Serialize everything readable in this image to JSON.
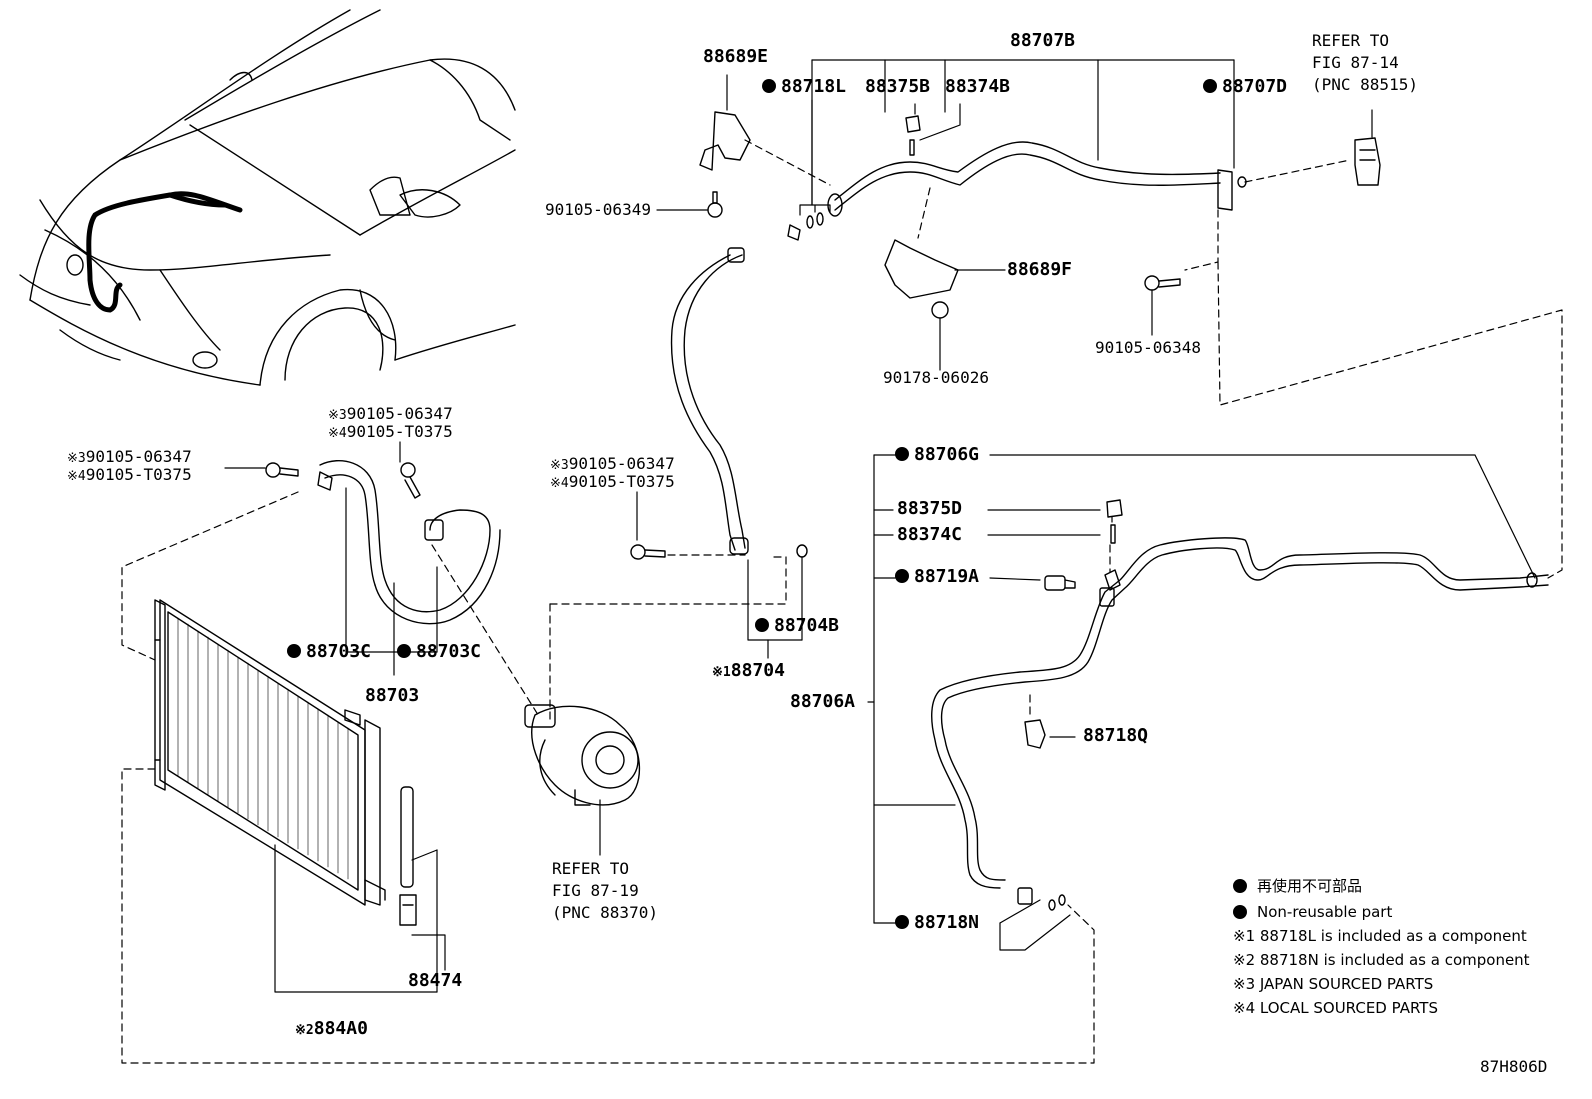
{
  "labels": {
    "p88707B": "88707B",
    "p88689E": "88689E",
    "p88718L": "88718L",
    "p88375B": "88375B",
    "p88374B": "88374B",
    "p88707D": "88707D",
    "refer1_l1": "REFER TO",
    "refer1_l2": "FIG 87-14",
    "refer1_l3": "(PNC 88515)",
    "p90105_06349": "90105-06349",
    "p88689F": "88689F",
    "p90105_06348": "90105-06348",
    "p90178_06026": "90178-06026",
    "p3_a_mark": "※3",
    "p3_a": "90105-06347",
    "p4_a_mark": "※4",
    "p4_a": "90105-T0375",
    "p3_b_mark": "※3",
    "p3_b": "90105-06347",
    "p4_b_mark": "※4",
    "p4_b": "90105-T0375",
    "p3_c_mark": "※3",
    "p3_c": "90105-06347",
    "p4_c_mark": "※4",
    "p4_c": "90105-T0375",
    "p88706G": "88706G",
    "p88375D": "88375D",
    "p88374C": "88374C",
    "p88719A": "88719A",
    "p88703C_1": "88703C",
    "p88703C_2": "88703C",
    "p88703": "88703",
    "p88704B": "88704B",
    "p88704_mark": "※1",
    "p88704": "88704",
    "p88706A": "88706A",
    "p88718Q": "88718Q",
    "refer2_l1": "REFER TO",
    "refer2_l2": "FIG 87-19",
    "refer2_l3": "(PNC 88370)",
    "p88718N": "88718N",
    "p88474": "88474",
    "p884A0_mark": "※2",
    "p884A0": "884A0",
    "figure_code": "87H806D"
  },
  "legend": {
    "jp_nonreusable": "再使用不可部品",
    "nonreusable": "Non-reusable part",
    "note1": "※1 88718L is included as a component",
    "note2": "※2 88718N is included as a component",
    "note3": "※3 JAPAN SOURCED PARTS",
    "note4": "※4 LOCAL SOURCED PARTS"
  }
}
